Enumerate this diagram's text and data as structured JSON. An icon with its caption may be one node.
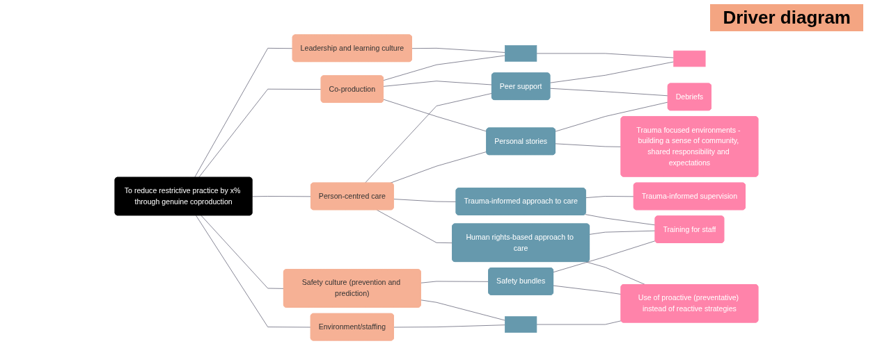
{
  "diagram": {
    "title": "Driver diagram",
    "nodes": [
      {
        "text": [
          "To reduce restrictive practice by x% through genuine coproduction"
        ]
      },
      {
        "text": [
          "Leadership and learning culture"
        ]
      },
      {
        "text": [
          "Co-production"
        ]
      },
      {
        "text": [
          "Person-centred care"
        ]
      },
      {
        "text": [
          "Safety culture (prevention and prediction)"
        ]
      },
      {
        "text": [
          "Environment/staffing"
        ]
      },
      {
        "text": [],
        "shape": "box"
      },
      {
        "text": [
          "Peer support"
        ]
      },
      {
        "text": [
          "Personal stories"
        ]
      },
      {
        "text": [
          "Trauma-informed approach to care"
        ]
      },
      {
        "text": [
          "Human rights-based approach to care"
        ]
      },
      {
        "text": [
          "Safety bundles"
        ]
      },
      {
        "text": [],
        "shape": "box"
      },
      {
        "text": [],
        "shape": "box"
      },
      {
        "text": [
          "Debriefs"
        ]
      },
      {
        "text": [
          "Trauma focused environments - building a sense of community, shared responsibility and expectations"
        ]
      },
      {
        "text": [
          "Trauma-informed supervision"
        ]
      },
      {
        "text": [
          "Training for staff"
        ]
      },
      {
        "text": [
          "Use of proactive (preventative) instead of reactive strategies"
        ]
      }
    ],
    "edges": [
      {
        "from": 0,
        "to": 1,
        "arrow": "none"
      },
      {
        "from": 0,
        "to": 2,
        "arrow": "none"
      },
      {
        "from": 0,
        "to": 3,
        "arrow": "none"
      },
      {
        "from": 0,
        "to": 4,
        "arrow": "none"
      },
      {
        "from": 0,
        "to": 5,
        "arrow": "none"
      },
      {
        "from": 1,
        "to": 6,
        "arrow": "none"
      },
      {
        "from": 2,
        "to": 6,
        "arrow": "none"
      },
      {
        "from": 2,
        "to": 7,
        "arrow": "none"
      },
      {
        "from": 2,
        "to": 8,
        "arrow": "none"
      },
      {
        "from": 3,
        "to": 7,
        "arrow": "none"
      },
      {
        "from": 3,
        "to": 8,
        "arrow": "none"
      },
      {
        "from": 3,
        "to": 9,
        "arrow": "none"
      },
      {
        "from": 3,
        "to": 10,
        "arrow": "none"
      },
      {
        "from": 4,
        "to": 11,
        "arrow": "none"
      },
      {
        "from": 4,
        "to": 12,
        "arrow": "none"
      },
      {
        "from": 5,
        "to": 12,
        "arrow": "none"
      },
      {
        "from": 6,
        "to": 13,
        "arrow": "none"
      },
      {
        "from": 7,
        "to": 13,
        "arrow": "none"
      },
      {
        "from": 7,
        "to": 14,
        "arrow": "none"
      },
      {
        "from": 8,
        "to": 14,
        "arrow": "none"
      },
      {
        "from": 8,
        "to": 15,
        "arrow": "none"
      },
      {
        "from": 9,
        "to": 16,
        "arrow": "none"
      },
      {
        "from": 9,
        "to": 17,
        "arrow": "none"
      },
      {
        "from": 10,
        "to": 17,
        "arrow": "none"
      },
      {
        "from": 10,
        "to": 18,
        "arrow": "none"
      },
      {
        "from": 11,
        "to": 17,
        "arrow": "none"
      },
      {
        "from": 11,
        "to": 18,
        "arrow": "none"
      },
      {
        "from": 12,
        "to": 18,
        "arrow": "none"
      }
    ]
  }
}
